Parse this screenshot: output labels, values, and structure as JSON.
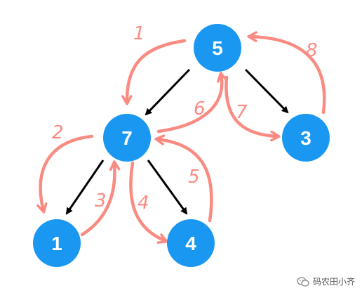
{
  "colors": {
    "node_fill": "#1a97f0",
    "node_text": "#ffffff",
    "edge": "#000000",
    "step": "#f98b82"
  },
  "nodes": [
    {
      "id": "5",
      "label": "5"
    },
    {
      "id": "7",
      "label": "7"
    },
    {
      "id": "3",
      "label": "3"
    },
    {
      "id": "1",
      "label": "1"
    },
    {
      "id": "4",
      "label": "4"
    }
  ],
  "edges": [
    {
      "from": "5",
      "to": "7"
    },
    {
      "from": "5",
      "to": "3"
    },
    {
      "from": "7",
      "to": "1"
    },
    {
      "from": "7",
      "to": "4"
    }
  ],
  "steps": [
    {
      "order": "1",
      "from": "5",
      "to": "7"
    },
    {
      "order": "2",
      "from": "7",
      "to": "1"
    },
    {
      "order": "3",
      "from": "1",
      "to": "7"
    },
    {
      "order": "4",
      "from": "7",
      "to": "4"
    },
    {
      "order": "5",
      "from": "4",
      "to": "7"
    },
    {
      "order": "6",
      "from": "7",
      "to": "5"
    },
    {
      "order": "7",
      "from": "5",
      "to": "3"
    },
    {
      "order": "8",
      "from": "3",
      "to": "5"
    }
  ],
  "watermark": {
    "icon": "wechat-icon",
    "text": "码农田小齐"
  }
}
